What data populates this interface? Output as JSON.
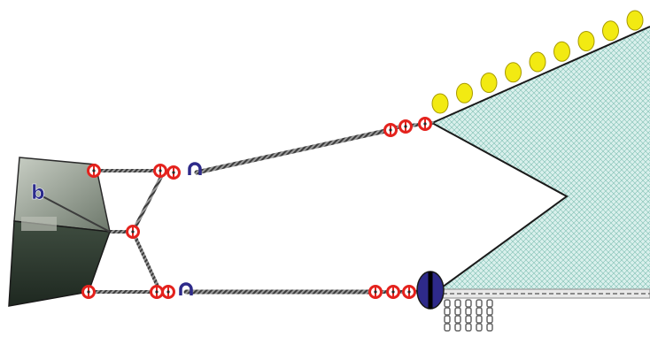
{
  "diagram": {
    "labels": {
      "b": "b"
    },
    "colors": {
      "background": "#ffffff",
      "net_fill": "#d9f0ec",
      "net_mesh": "#7fbfb2",
      "net_outline": "#1a1a1a",
      "float": "#f2ea12",
      "float_stroke": "#a89a00",
      "warp": "#6d6d6d",
      "shackle": "#e4221d",
      "swivel": "#2e2a8a",
      "otter_board_dark": "#2c3a2e",
      "otter_board_light": "#a4aca0",
      "chain": "#8a8a8a"
    },
    "icons": {
      "otter_board": "otter-board-icon",
      "float": "float-icon",
      "shackle": "shackle-icon",
      "swivel": "swivel-icon",
      "ground_weight": "chain-weight-icon"
    },
    "components": {
      "float_count": 9,
      "chain_drop_count": 5
    }
  }
}
